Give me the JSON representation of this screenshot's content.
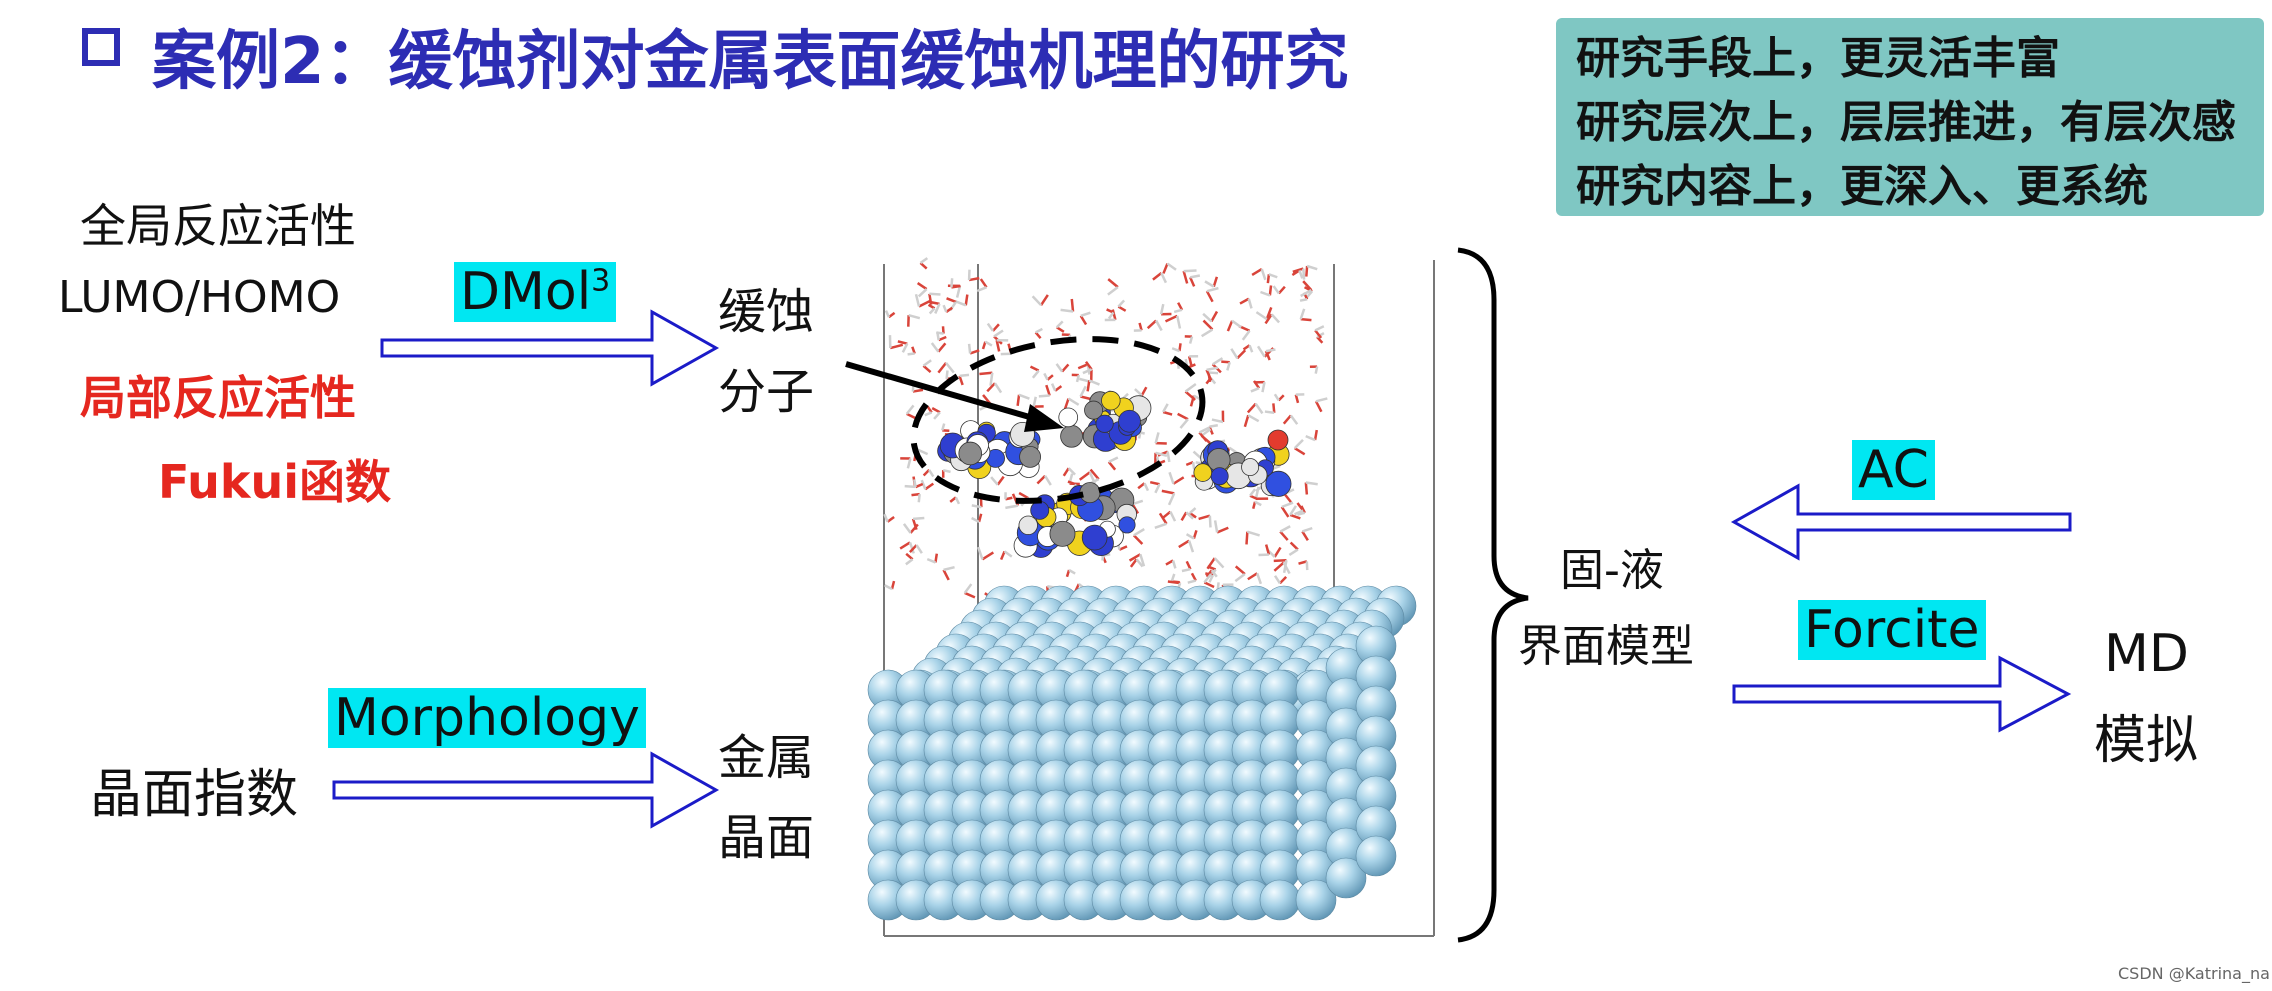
{
  "title": "案例2：缓蚀剂对金属表面缓蚀机理的研究",
  "notes": [
    "研究手段上，更灵活丰富",
    "研究层次上，层层推进，有层次感",
    "研究内容上，更深入、更系统"
  ],
  "left_labels": {
    "global_reactivity": "全局反应活性",
    "lumo_homo": "LUMO/HOMO",
    "local_reactivity": "局部反应活性",
    "fukui": "Fukui函数",
    "miller_index": "晶面指数"
  },
  "methods": {
    "dmol": "DMol",
    "dmol_sup": "3",
    "morphology": "Morphology",
    "ac": "AC",
    "forcite": "Forcite"
  },
  "middle_labels": {
    "inhibitor_line1": "缓蚀",
    "inhibitor_line2": "分子",
    "metal_line1": "金属",
    "metal_line2": "晶面"
  },
  "right_labels": {
    "interface_line1": "固-液",
    "interface_line2": "界面模型",
    "md_line1": "MD",
    "md_line2": "模拟"
  },
  "watermark": "CSDN @Katrina_na",
  "colors": {
    "title": "#2d2db4",
    "notes_bg": "#7fc7c3",
    "highlight": "#00e7f2",
    "arrow": "#1b1bc8",
    "red_text": "#e5271f",
    "sphere": "#a9d3e8"
  }
}
